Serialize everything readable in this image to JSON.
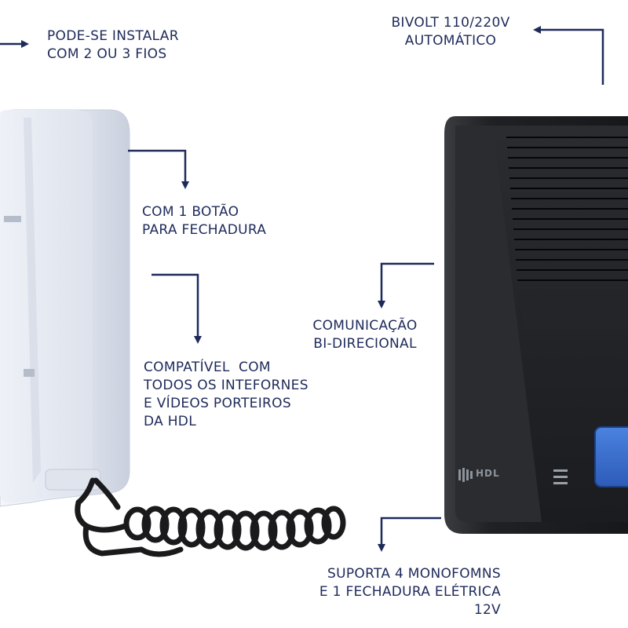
{
  "labels": {
    "wires": "PODE-SE INSTALAR\nCOM 2 OU 3 FIOS",
    "bivolt": "BIVOLT 110/220V\nAUTOMÁTICO",
    "button": "COM 1 BOTÃO\nPARA FECHADURA",
    "communication": "COMUNICAÇÃO\nBI-DIRECIONAL",
    "compatible": "COMPATÍVEL  COM\nTODOS OS INTEFORNES\nE VÍDEOS PORTEIROS\nDA HDL",
    "supports": "SUPORTA 4 MONOFOMNS\nE 1 FECHADURA ELÉTRICA\n12V"
  },
  "device": {
    "brand_logo": "HDL"
  },
  "colors": {
    "label_text": "#1e2a5a",
    "arrow": "#1e2a5a",
    "handset": "#e6eaf3",
    "base_body": "#1b1d20",
    "accent_button": "#3a6fd0"
  }
}
